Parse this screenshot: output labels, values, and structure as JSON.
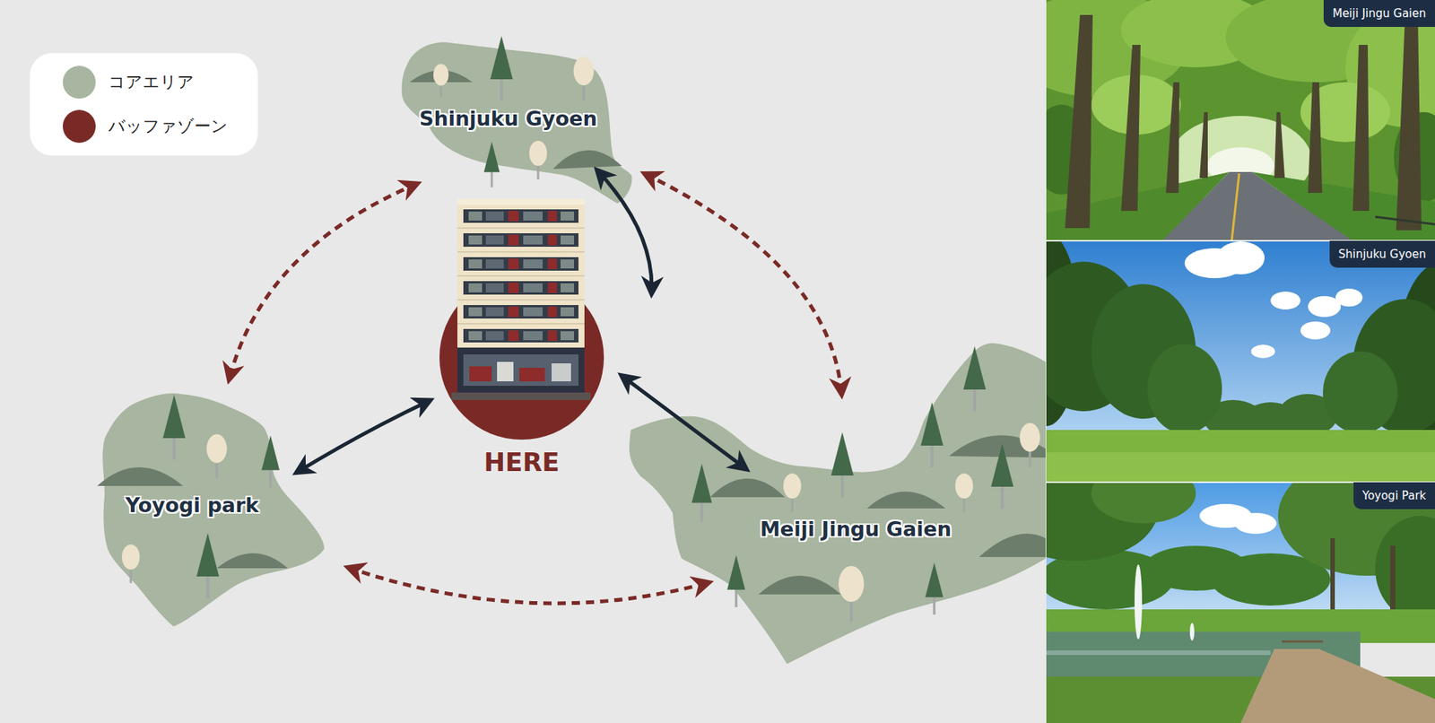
{
  "diagram": {
    "nodes": [
      {
        "text": [
          "Shinjuku Gyoen"
        ]
      },
      {
        "text": [
          "HERE"
        ]
      },
      {
        "text": [
          "Yoyogi park"
        ]
      },
      {
        "text": [
          "Meiji Jingu Gaien"
        ]
      },
      {
        "text": [
          "Meiji Jingu Gaien"
        ]
      },
      {
        "text": [
          "Shinjuku Gyoen"
        ]
      },
      {
        "text": [
          "Yoyogi Park"
        ]
      }
    ],
    "edges": [
      {
        "from": 1,
        "to": 0,
        "arrow": "both"
      },
      {
        "from": 1,
        "to": 2,
        "arrow": "both"
      },
      {
        "from": 1,
        "to": 3,
        "arrow": "both"
      },
      {
        "from": 0,
        "to": 2,
        "arrow": "both"
      },
      {
        "from": 0,
        "to": 3,
        "arrow": "both"
      },
      {
        "from": 2,
        "to": 3,
        "arrow": "both"
      }
    ],
    "legend": [
      {
        "text": "コアエリア",
        "color": "#a8b5a0"
      },
      {
        "text": "バッファゾーン",
        "color": "#7a2a26"
      }
    ]
  }
}
